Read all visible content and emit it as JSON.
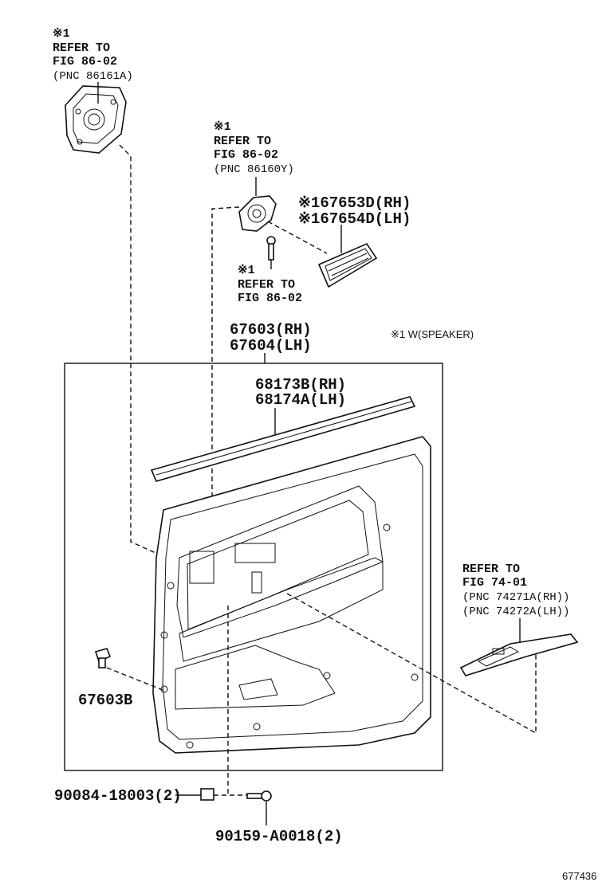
{
  "callouts": {
    "speaker_box": {
      "mark": "※1",
      "line1": "REFER TO",
      "line2": "FIG 86-02",
      "line3": "(PNC 86161A)"
    },
    "tweeter": {
      "mark": "※1",
      "line1": "REFER TO",
      "line2": "FIG 86-02",
      "line3": "(PNC 86160Y)"
    },
    "screw": {
      "mark": "※1",
      "line1": "REFER TO",
      "line2": "FIG 86-02"
    },
    "switch": {
      "line1": "REFER TO",
      "line2": "FIG 74-01",
      "line3": "(PNC 74271A(RH))",
      "line4": "(PNC 74272A(LH))"
    }
  },
  "parts": {
    "grille_rh": "※167653D(RH)",
    "grille_lh": "※167654D(LH)",
    "panel_rh": "67603(RH)",
    "panel_lh": "67604(LH)",
    "strip_rh": "68173B(RH)",
    "strip_lh": "68174A(LH)",
    "clip": "67603B",
    "bolt": "90084-18003(2)",
    "screw": "90159-A0018(2)"
  },
  "legend_note": "※1 W(SPEAKER)",
  "figure_number": "677436"
}
